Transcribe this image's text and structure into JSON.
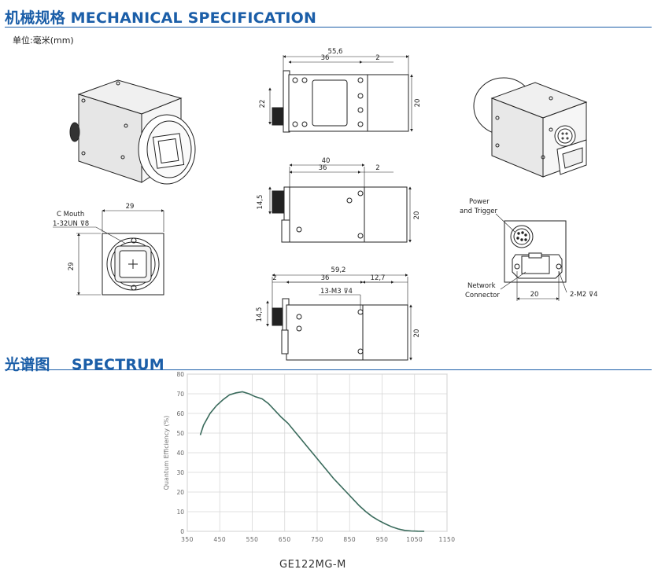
{
  "mechanical": {
    "title": "机械规格 MECHANICAL SPECIFICATION",
    "unit_note": "单位:毫米(mm)"
  },
  "views": {
    "top": {
      "overall": "55,6",
      "body": "36",
      "offset": "2",
      "height_left": "22",
      "height_right": "20"
    },
    "side": {
      "overall": "40",
      "body": "36",
      "offset": "2",
      "height_left": "14,5",
      "height_right": "20"
    },
    "bottom": {
      "overall": "59,2",
      "left": "2",
      "body": "36",
      "right": "12,7",
      "hole": "13-M3 ⊽4",
      "height_left": "14,5",
      "height_right": "20"
    },
    "front": {
      "width": "29",
      "height": "29",
      "mount_label": "C Mouth",
      "mount_thread": "1-32UN ⊽8"
    },
    "rear": {
      "power_label_1": "Power",
      "power_label_2": "and Trigger",
      "network_label_1": "Network",
      "network_label_2": "Connector",
      "width": "20",
      "screw": "2-M2 ⊽4"
    }
  },
  "spectrum": {
    "title": "光谱图    SPECTRUM",
    "model": "GE122MG-M"
  },
  "chart_data": {
    "type": "line",
    "title": "",
    "xlabel": "",
    "ylabel": "Quantum Efficiency (%)",
    "xlim": [
      350,
      1150
    ],
    "ylim": [
      0,
      80
    ],
    "x_ticks": [
      350,
      450,
      550,
      650,
      750,
      850,
      950,
      1050,
      1150
    ],
    "y_ticks": [
      0,
      10,
      20,
      30,
      40,
      50,
      60,
      70,
      80
    ],
    "grid": true,
    "series": [
      {
        "x": [
          390,
          400,
          420,
          440,
          460,
          480,
          500,
          520,
          540,
          560,
          580,
          600,
          620,
          640,
          660,
          680,
          700,
          720,
          740,
          760,
          780,
          800,
          820,
          840,
          860,
          880,
          900,
          920,
          940,
          960,
          980,
          1000,
          1020,
          1040,
          1060,
          1080
        ],
        "y": [
          49,
          54,
          60,
          64,
          67,
          69.5,
          70.5,
          71,
          70,
          68.5,
          67.5,
          65,
          61.5,
          58,
          55,
          51,
          47,
          43,
          39,
          35,
          31,
          27,
          23.5,
          20,
          16.5,
          13,
          10,
          7.5,
          5.5,
          3.8,
          2.3,
          1.2,
          0.5,
          0.2,
          0.1,
          0.05
        ]
      }
    ]
  }
}
